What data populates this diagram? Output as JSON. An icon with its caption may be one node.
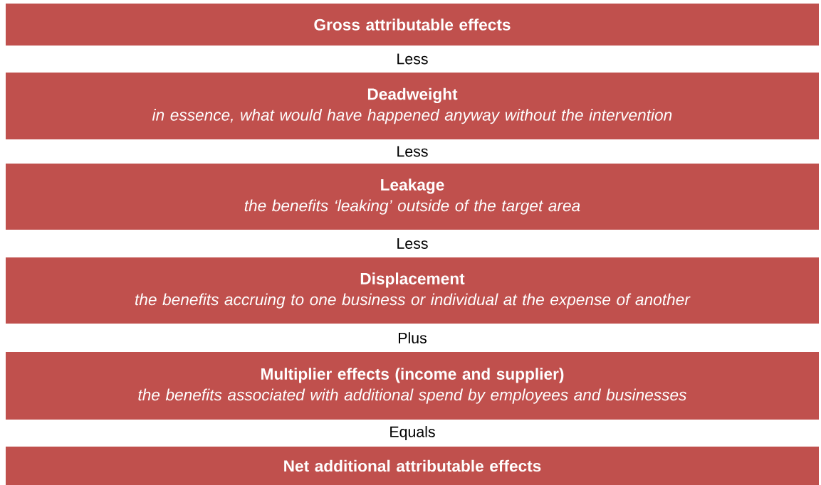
{
  "diagram": {
    "nodes": [
      {
        "text": [
          "Gross attributable effects"
        ]
      },
      {
        "text": [
          "Deadweight",
          "in essence, what would have happened anyway without the intervention"
        ]
      },
      {
        "text": [
          "Leakage",
          "the benefits ‘leaking’ outside of the target area"
        ]
      },
      {
        "text": [
          "Displacement",
          "the benefits accruing to one business or individual at the expense of another"
        ]
      },
      {
        "text": [
          "Multiplier effects (income and supplier)",
          "the benefits associated with additional spend by employees and businesses"
        ]
      },
      {
        "text": [
          "Net additional attributable effects"
        ]
      }
    ],
    "labels": [
      "Less",
      "Less",
      "Less",
      "Plus",
      "Equals"
    ]
  }
}
